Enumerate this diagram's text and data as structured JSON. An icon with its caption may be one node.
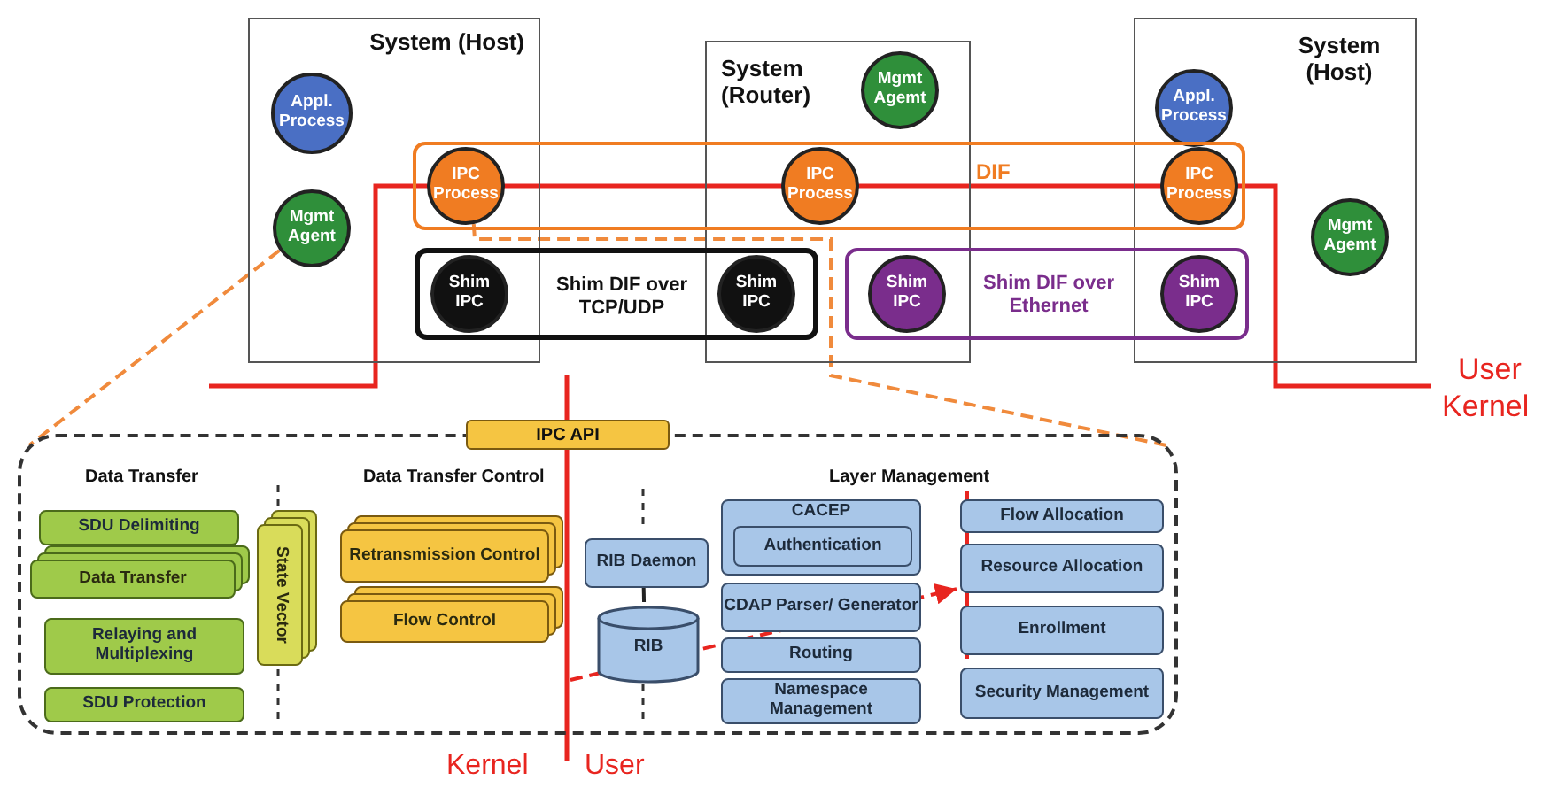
{
  "diagram": {
    "nodes": [
      {
        "text": [
          "System (Host)"
        ]
      },
      {
        "text": [
          "Appl. Process"
        ],
        "in": 0
      },
      {
        "text": [
          "Mgmt Agent"
        ],
        "in": 0
      },
      {
        "text": [
          "System (Router)"
        ]
      },
      {
        "text": [
          "Mgmt Agemt"
        ],
        "in": 3
      },
      {
        "text": [
          "System (Host)"
        ]
      },
      {
        "text": [
          "Appl. Process"
        ],
        "in": 5
      },
      {
        "text": [
          "Mgmt Agemt"
        ],
        "in": 5
      },
      {
        "text": [
          "DIF"
        ]
      },
      {
        "text": [
          "IPC Process"
        ]
      },
      {
        "text": [
          "IPC Process"
        ]
      },
      {
        "text": [
          "IPC Process"
        ]
      },
      {
        "text": [
          "Shim DIF over TCP/UDP"
        ]
      },
      {
        "text": [
          "Shim IPC"
        ]
      },
      {
        "text": [
          "Shim IPC"
        ]
      },
      {
        "text": [
          "Shim DIF over Ethernet"
        ]
      },
      {
        "text": [
          "Shim IPC"
        ]
      },
      {
        "text": [
          "Shim IPC"
        ]
      },
      {
        "text": [],
        "shape": "box"
      },
      {
        "text": [
          "IPC API"
        ]
      },
      {
        "text": [
          "SDU Delimiting"
        ],
        "in": 18
      },
      {
        "text": [
          "Data Transfer"
        ],
        "in": 18
      },
      {
        "text": [
          "Relaying and Multiplexing"
        ],
        "in": 18
      },
      {
        "text": [
          "SDU Protection"
        ],
        "in": 18
      },
      {
        "text": [
          "State Vector"
        ],
        "in": 18
      },
      {
        "text": [
          "Retransmission Control"
        ],
        "in": 18
      },
      {
        "text": [
          "Flow Control"
        ],
        "in": 18
      },
      {
        "text": [
          "RIB Daemon"
        ],
        "in": 18
      },
      {
        "text": [
          "RIB"
        ],
        "in": 18
      },
      {
        "text": [
          "CACEP"
        ],
        "in": 18
      },
      {
        "text": [
          "Authentication"
        ],
        "in": 29
      },
      {
        "text": [
          "CDAP Parser/ Generator"
        ],
        "in": 18
      },
      {
        "text": [
          "Routing"
        ],
        "in": 18
      },
      {
        "text": [
          "Namespace Management"
        ],
        "in": 18
      },
      {
        "text": [
          "Flow Allocation"
        ],
        "in": 18
      },
      {
        "text": [
          "Resource Allocation"
        ],
        "in": 18
      },
      {
        "text": [
          "Enrollment"
        ],
        "in": 18
      },
      {
        "text": [
          "Security Management"
        ],
        "in": 18
      }
    ],
    "edges": [
      {
        "from": 2,
        "to": 18,
        "arrow": "none",
        "style": "dashed",
        "color": "#f08a3c"
      },
      {
        "from": 9,
        "to": 18,
        "arrow": "none",
        "style": "dashed",
        "color": "#f08a3c"
      },
      {
        "from": 27,
        "to": 28,
        "arrow": "none",
        "color": "#222222"
      },
      {
        "from": null,
        "to": 35,
        "arrow": "to",
        "style": "dashed",
        "color": "#e8251f"
      }
    ],
    "labels": [
      "User",
      "Kernel",
      "Data Transfer",
      "Data Transfer Control",
      "Layer Management",
      "Kernel",
      "User"
    ]
  }
}
